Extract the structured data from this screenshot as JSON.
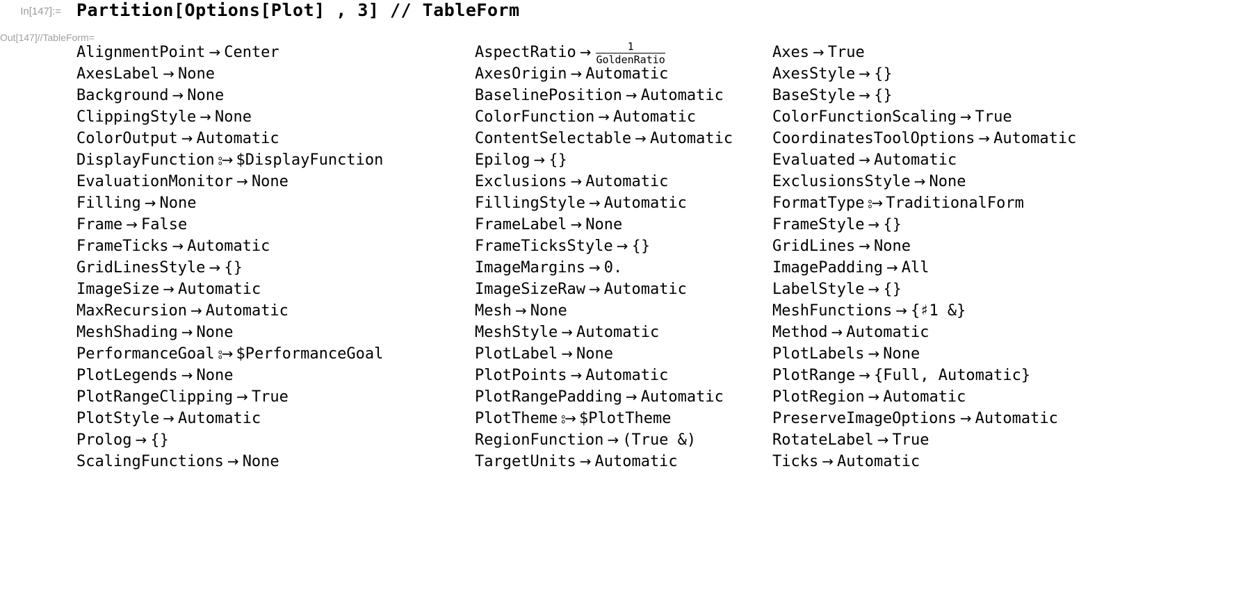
{
  "notebook": {
    "input_label": "In[147]:=",
    "input_code": "Partition[Options[Plot] , 3] // TableForm",
    "output_label": "Out[147]//TableForm="
  },
  "symbols": {
    "rule_arrow": "→",
    "rule_delayed_arrow": "⦂→",
    "empty_list": "{}",
    "slot": "♯1"
  },
  "table": {
    "rows": [
      [
        {
          "name": "AlignmentPoint",
          "op": "rule",
          "value": "Center"
        },
        {
          "name": "AspectRatio",
          "op": "rule",
          "value": "",
          "fraction": {
            "numerator": "1",
            "denominator": "GoldenRatio"
          }
        },
        {
          "name": "Axes",
          "op": "rule",
          "value": "True"
        }
      ],
      [
        {
          "name": "AxesLabel",
          "op": "rule",
          "value": "None"
        },
        {
          "name": "AxesOrigin",
          "op": "rule",
          "value": "Automatic"
        },
        {
          "name": "AxesStyle",
          "op": "rule",
          "value": "{}"
        }
      ],
      [
        {
          "name": "Background",
          "op": "rule",
          "value": "None"
        },
        {
          "name": "BaselinePosition",
          "op": "rule",
          "value": "Automatic"
        },
        {
          "name": "BaseStyle",
          "op": "rule",
          "value": "{}"
        }
      ],
      [
        {
          "name": "ClippingStyle",
          "op": "rule",
          "value": "None"
        },
        {
          "name": "ColorFunction",
          "op": "rule",
          "value": "Automatic"
        },
        {
          "name": "ColorFunctionScaling",
          "op": "rule",
          "value": "True"
        }
      ],
      [
        {
          "name": "ColorOutput",
          "op": "rule",
          "value": "Automatic"
        },
        {
          "name": "ContentSelectable",
          "op": "rule",
          "value": "Automatic"
        },
        {
          "name": "CoordinatesToolOptions",
          "op": "rule",
          "value": "Automatic"
        }
      ],
      [
        {
          "name": "DisplayFunction",
          "op": "rule_delayed",
          "value": "$DisplayFunction"
        },
        {
          "name": "Epilog",
          "op": "rule",
          "value": "{}"
        },
        {
          "name": "Evaluated",
          "op": "rule",
          "value": "Automatic"
        }
      ],
      [
        {
          "name": "EvaluationMonitor",
          "op": "rule",
          "value": "None"
        },
        {
          "name": "Exclusions",
          "op": "rule",
          "value": "Automatic"
        },
        {
          "name": "ExclusionsStyle",
          "op": "rule",
          "value": "None"
        }
      ],
      [
        {
          "name": "Filling",
          "op": "rule",
          "value": "None"
        },
        {
          "name": "FillingStyle",
          "op": "rule",
          "value": "Automatic"
        },
        {
          "name": "FormatType",
          "op": "rule_delayed",
          "value": "TraditionalForm"
        }
      ],
      [
        {
          "name": "Frame",
          "op": "rule",
          "value": "False"
        },
        {
          "name": "FrameLabel",
          "op": "rule",
          "value": "None"
        },
        {
          "name": "FrameStyle",
          "op": "rule",
          "value": "{}"
        }
      ],
      [
        {
          "name": "FrameTicks",
          "op": "rule",
          "value": "Automatic"
        },
        {
          "name": "FrameTicksStyle",
          "op": "rule",
          "value": "{}"
        },
        {
          "name": "GridLines",
          "op": "rule",
          "value": "None"
        }
      ],
      [
        {
          "name": "GridLinesStyle",
          "op": "rule",
          "value": "{}"
        },
        {
          "name": "ImageMargins",
          "op": "rule",
          "value": "0."
        },
        {
          "name": "ImagePadding",
          "op": "rule",
          "value": "All"
        }
      ],
      [
        {
          "name": "ImageSize",
          "op": "rule",
          "value": "Automatic"
        },
        {
          "name": "ImageSizeRaw",
          "op": "rule",
          "value": "Automatic"
        },
        {
          "name": "LabelStyle",
          "op": "rule",
          "value": "{}"
        }
      ],
      [
        {
          "name": "MaxRecursion",
          "op": "rule",
          "value": "Automatic"
        },
        {
          "name": "Mesh",
          "op": "rule",
          "value": "None"
        },
        {
          "name": "MeshFunctions",
          "op": "rule",
          "value": "{♯1 &}"
        }
      ],
      [
        {
          "name": "MeshShading",
          "op": "rule",
          "value": "None"
        },
        {
          "name": "MeshStyle",
          "op": "rule",
          "value": "Automatic"
        },
        {
          "name": "Method",
          "op": "rule",
          "value": "Automatic"
        }
      ],
      [
        {
          "name": "PerformanceGoal",
          "op": "rule_delayed",
          "value": "$PerformanceGoal"
        },
        {
          "name": "PlotLabel",
          "op": "rule",
          "value": "None"
        },
        {
          "name": "PlotLabels",
          "op": "rule",
          "value": "None"
        }
      ],
      [
        {
          "name": "PlotLegends",
          "op": "rule",
          "value": "None"
        },
        {
          "name": "PlotPoints",
          "op": "rule",
          "value": "Automatic"
        },
        {
          "name": "PlotRange",
          "op": "rule",
          "value": "{Full, Automatic}"
        }
      ],
      [
        {
          "name": "PlotRangeClipping",
          "op": "rule",
          "value": "True"
        },
        {
          "name": "PlotRangePadding",
          "op": "rule",
          "value": "Automatic"
        },
        {
          "name": "PlotRegion",
          "op": "rule",
          "value": "Automatic"
        }
      ],
      [
        {
          "name": "PlotStyle",
          "op": "rule",
          "value": "Automatic"
        },
        {
          "name": "PlotTheme",
          "op": "rule_delayed",
          "value": "$PlotTheme"
        },
        {
          "name": "PreserveImageOptions",
          "op": "rule",
          "value": "Automatic"
        }
      ],
      [
        {
          "name": "Prolog",
          "op": "rule",
          "value": "{}"
        },
        {
          "name": "RegionFunction",
          "op": "rule",
          "value": "(True &)"
        },
        {
          "name": "RotateLabel",
          "op": "rule",
          "value": "True"
        }
      ],
      [
        {
          "name": "ScalingFunctions",
          "op": "rule",
          "value": "None"
        },
        {
          "name": "TargetUnits",
          "op": "rule",
          "value": "Automatic"
        },
        {
          "name": "Ticks",
          "op": "rule",
          "value": "Automatic"
        }
      ]
    ]
  }
}
